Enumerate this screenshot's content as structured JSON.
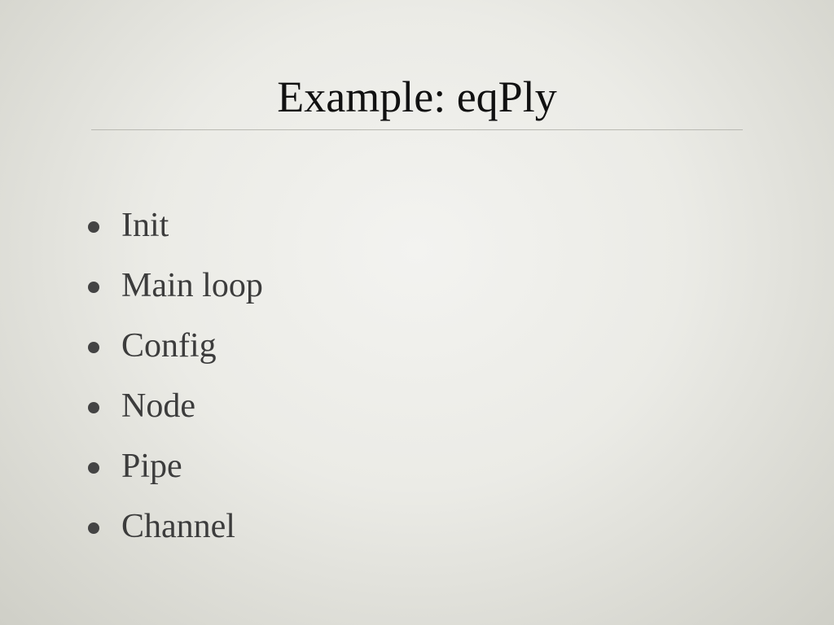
{
  "slide": {
    "title": "Example: eqPly",
    "bullets": [
      "Init",
      "Main loop",
      "Config",
      "Node",
      "Pipe",
      "Channel"
    ]
  }
}
